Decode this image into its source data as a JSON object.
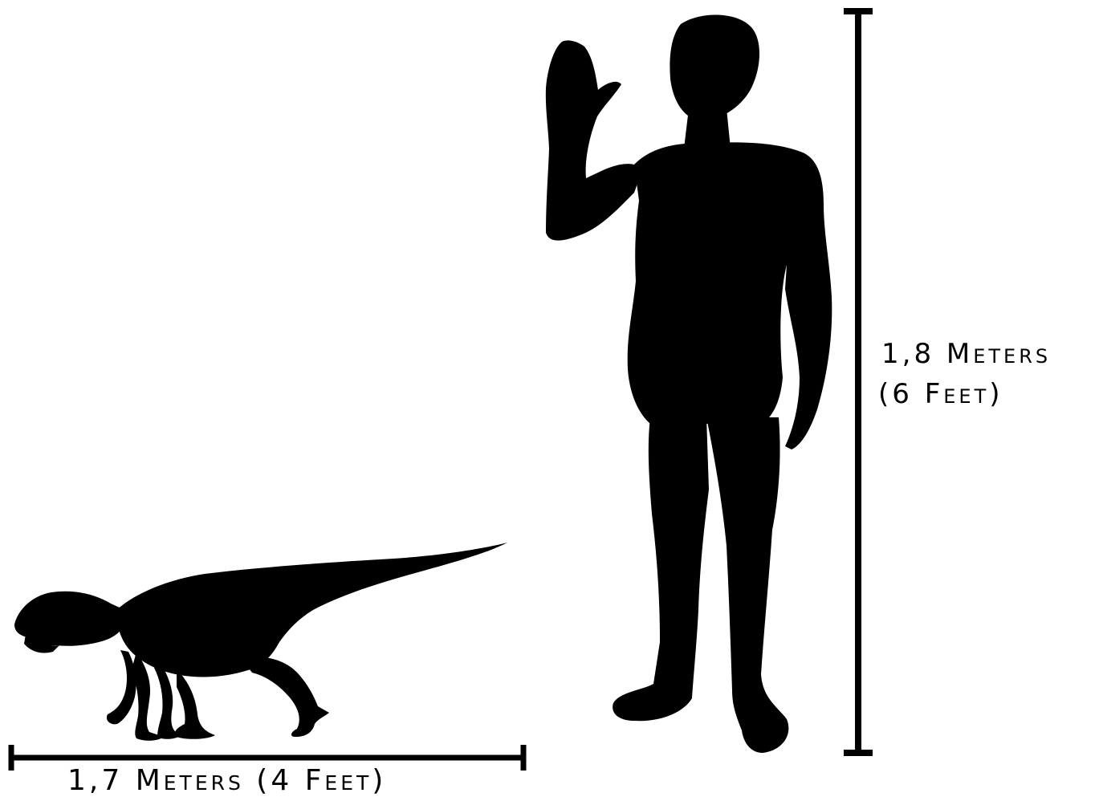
{
  "colors": {
    "background": "#ffffff",
    "silhouette": "#000000"
  },
  "icons": {
    "dinosaur": "dinosaur-silhouette-icon",
    "human": "human-silhouette-icon"
  },
  "labels": {
    "human_height_line1": "1,8 Meters",
    "human_height_line2": "(6 Feet)",
    "dinosaur_length": "1,7 Meters (4 Feet)"
  }
}
